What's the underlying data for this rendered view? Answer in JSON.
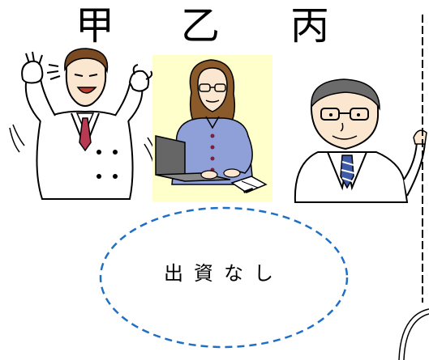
{
  "labels": {
    "person_a": "甲",
    "person_b": "乙",
    "person_c": "丙"
  },
  "note": {
    "text": "出資なし"
  },
  "colors": {
    "dash_blue": "#1f6fc4",
    "laptop_bg": "#ffffcc",
    "woman_shirt": "#8fa0d8",
    "tie_red": "#b83a52",
    "tie_blue": "#3d5aa8"
  },
  "icons": {
    "figure_a": "scientist-in-lab-coat-icon",
    "figure_b": "woman-at-laptop-icon",
    "figure_c": "man-in-suit-icon"
  }
}
